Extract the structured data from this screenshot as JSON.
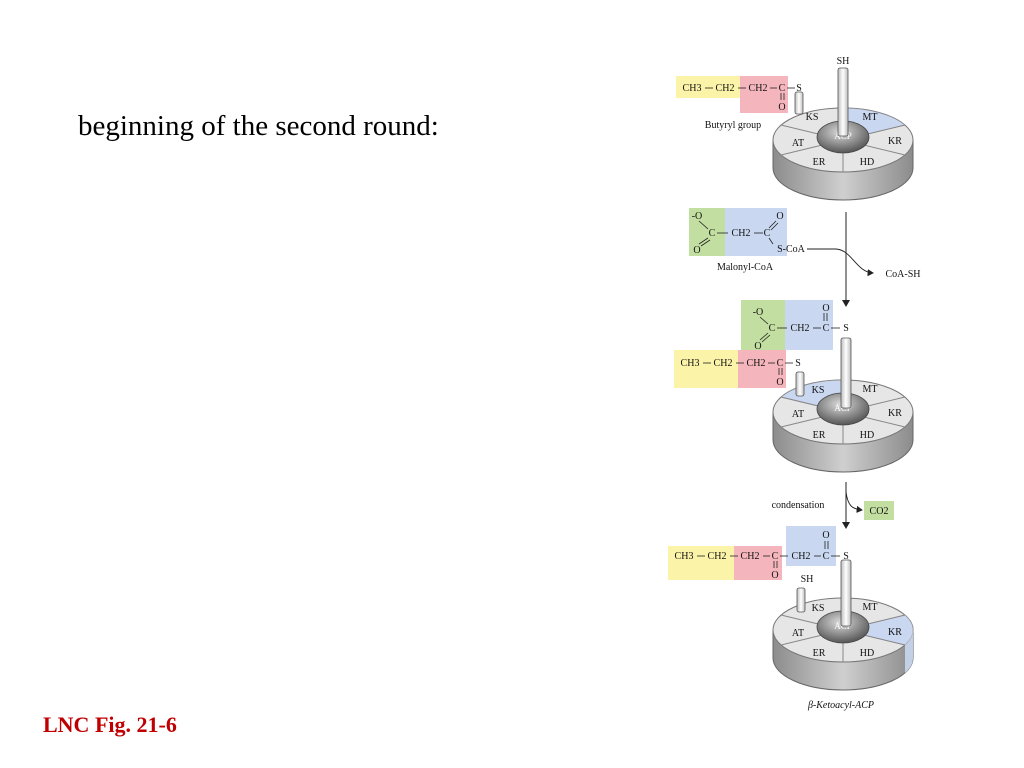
{
  "slide": {
    "heading": "beginning of the second round:",
    "figure_ref": "LNC Fig. 21-6"
  },
  "figure": {
    "enzyme_domains": {
      "ks": "KS",
      "mt": "MT",
      "kr": "KR",
      "hd": "HD",
      "er": "ER",
      "at": "AT",
      "acp": "ACP"
    },
    "panel1": {
      "sh": "SH",
      "chain": [
        "CH3",
        "CH2",
        "CH2",
        "C",
        "S"
      ],
      "carbonyl_o": "O",
      "label": "Butyryl group"
    },
    "malonyl": {
      "o_minus": "-O",
      "c": "C",
      "o": "O",
      "ch2": "CH2",
      "s_coa": "S-CoA",
      "label": "Malonyl-CoA",
      "product": "CoA-SH"
    },
    "panel2": {
      "o_minus": "-O",
      "c": "C",
      "o": "O",
      "ch2": "CH2",
      "s": "S",
      "chain": [
        "CH3",
        "CH2",
        "CH2",
        "C",
        "S"
      ]
    },
    "condensation": {
      "label": "condensation",
      "product": "CO2"
    },
    "panel3": {
      "chain": [
        "CH3",
        "CH2",
        "CH2",
        "C",
        "CH2",
        "C",
        "S"
      ],
      "sh": "SH",
      "label": "β-Ketoacyl-ACP"
    },
    "colors": {
      "yellow": "#fbf3a8",
      "red": "#f4b6bc",
      "blue": "#c9d7f0",
      "green": "#c2dea0",
      "disk_top": "#e6e6e6",
      "disk_side": "#a8a8a8",
      "accent": "#c00000"
    }
  }
}
